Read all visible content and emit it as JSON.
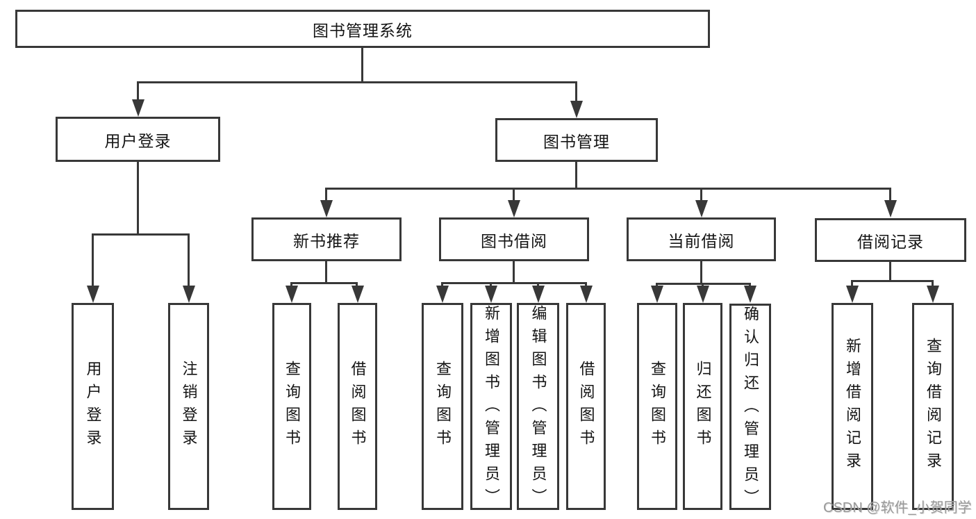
{
  "tree": {
    "label": "图书管理系统",
    "children": [
      {
        "label": "用户登录",
        "children": [
          {
            "label": "用户登录"
          },
          {
            "label": "注销登录"
          }
        ]
      },
      {
        "label": "图书管理",
        "children": [
          {
            "label": "新书推荐",
            "children": [
              {
                "label": "查询图书"
              },
              {
                "label": "借阅图书"
              }
            ]
          },
          {
            "label": "图书借阅",
            "children": [
              {
                "label": "查询图书"
              },
              {
                "label": "新增图书（管理员）"
              },
              {
                "label": "编辑图书（管理员）"
              },
              {
                "label": "借阅图书"
              }
            ]
          },
          {
            "label": "当前借阅",
            "children": [
              {
                "label": "查询图书"
              },
              {
                "label": "归还图书"
              },
              {
                "label": "确认归还（管理员）"
              }
            ]
          },
          {
            "label": "借阅记录",
            "children": [
              {
                "label": "新增借阅记录"
              },
              {
                "label": "查询借阅记录"
              }
            ]
          }
        ]
      }
    ]
  },
  "watermark": "CSDN @软件_小贺同学",
  "colors": {
    "line": "#383838",
    "text": "#141414",
    "watermark": "#9a9a9a",
    "background": "#ffffff"
  }
}
